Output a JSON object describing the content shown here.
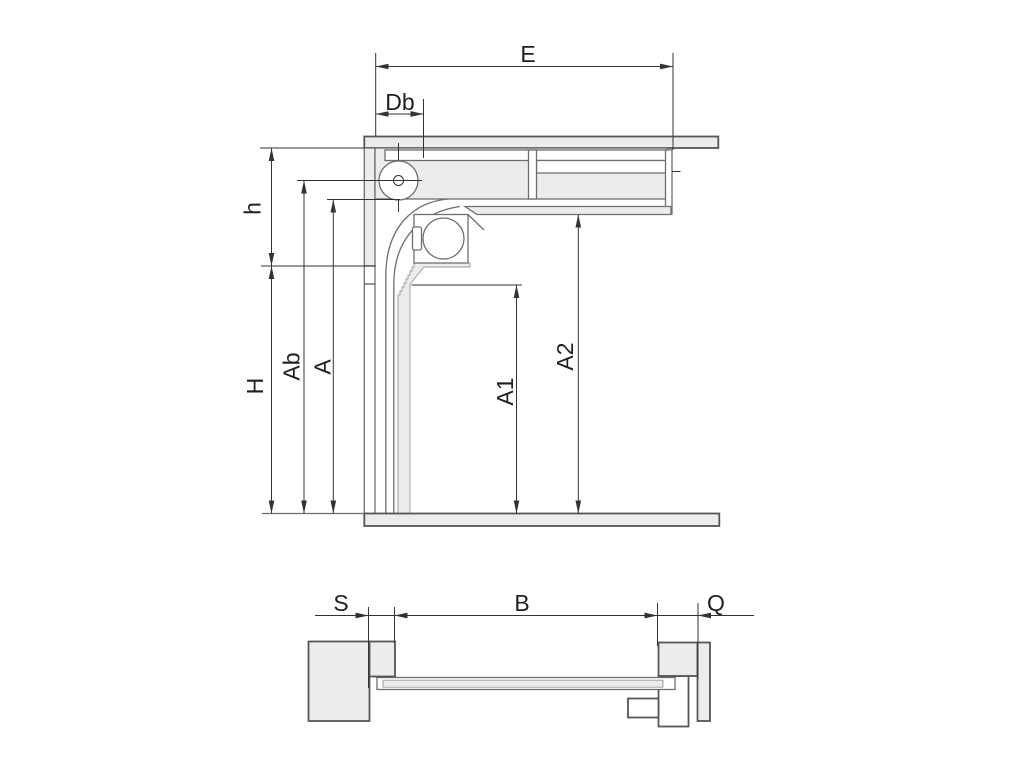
{
  "colors": {
    "background": "#ffffff",
    "fill_light": "#ececec",
    "stroke_structure": "#6e6e6e",
    "stroke_heavy": "#565656",
    "stroke_dimension": "#333333",
    "label_color": "#1f1f1f"
  },
  "side_section": {
    "dim_labels": {
      "E": "E",
      "Db": "Db",
      "h": "h",
      "H": "H",
      "Ab": "Ab",
      "A": "A",
      "A1": "A1",
      "A2": "A2"
    }
  },
  "plan_view": {
    "dim_labels": {
      "S": "S",
      "B": "B",
      "Q": "Q"
    }
  }
}
